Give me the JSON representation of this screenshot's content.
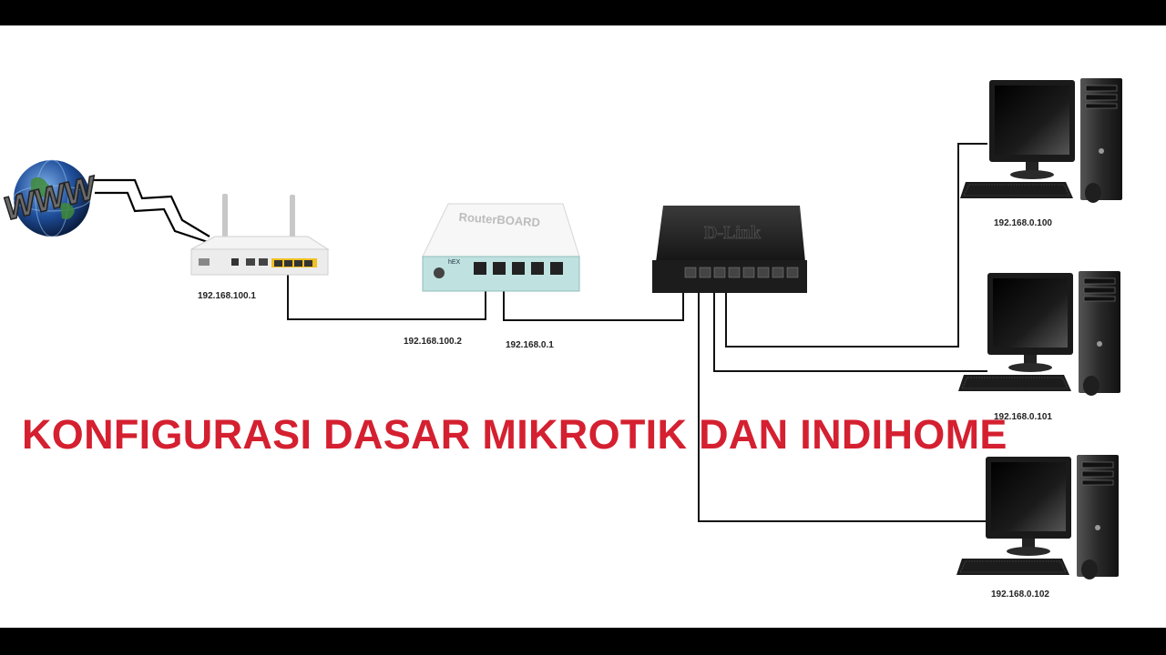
{
  "title": "KONFIGURASI DASAR MIKROTIK DAN INDIHOME",
  "colors": {
    "title": "#d42030",
    "cable": "#111111",
    "background": "#ffffff",
    "letterbox": "#000000"
  },
  "devices": {
    "internet": {
      "icon": "globe-www-icon",
      "label": "WWW"
    },
    "modem": {
      "icon": "ont-modem-icon",
      "ip": "192.168.100.1"
    },
    "router": {
      "icon": "mikrotik-router-icon",
      "brand": "RouterBOARD",
      "model": "hEX",
      "wan_ip": "192.168.100.2",
      "lan_ip": "192.168.0.1"
    },
    "switch": {
      "icon": "network-switch-icon",
      "brand": "D-Link"
    },
    "clients": [
      {
        "icon": "desktop-computer-icon",
        "ip": "192.168.0.100"
      },
      {
        "icon": "desktop-computer-icon",
        "ip": "192.168.0.101"
      },
      {
        "icon": "desktop-computer-icon",
        "ip": "192.168.0.102"
      }
    ]
  }
}
